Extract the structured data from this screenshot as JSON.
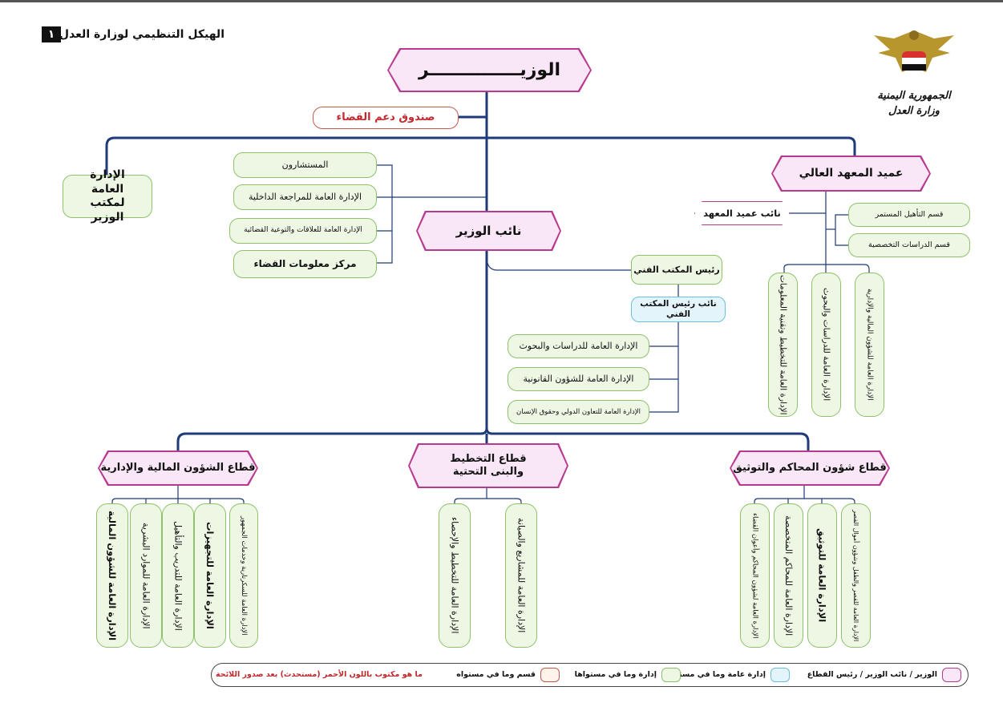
{
  "header": {
    "title": "الهيكل التنظيمي لوزارة العدل",
    "page_number": "١"
  },
  "emblem": {
    "line1": "الجمهورية اليمنية",
    "line2": "وزارة العدل"
  },
  "minister": "الوزيـــــــــــــــر",
  "judiciary_fund": "صندوق دعم القضاء",
  "general_dept_minister_office": "الإدارة العامة لمكتب الوزير",
  "advisors_group": [
    "المستشارون",
    "الإدارة العامة للمراجعة الداخلية",
    "الإدارة العامة للعلاقات والتوعية القضائية",
    "مركز معلومات القضاء"
  ],
  "deputy_minister": "نائب الوزير",
  "institute": {
    "dean": "عميد المعهد العالي",
    "vice_dean": "نائب عميد المعهد",
    "sections": [
      "قسم التأهيل المستمر",
      "قسم الدراسات التخصصية"
    ],
    "departments": [
      "الإدارة العامة للتخطيط وتقنية المعلومات",
      "الإدارة العامة للدراسات والبحوث",
      "الإدارة العامة للشؤون المالية والإدارية"
    ]
  },
  "technical_office": {
    "head": "رئيس المكتب الفني",
    "deputy": "نائب رئيس المكتب الفني",
    "departments": [
      "الإدارة العامة للدراسات والبحوث",
      "الإدارة العامة للشؤون القانونية",
      "الإدارة العامة للتعاون الدولي وحقوق الإنسان"
    ]
  },
  "sectors": {
    "finance": {
      "title": "قطاع الشؤون المالية والإدارية",
      "departments": [
        "الإدارة العامة للشؤون المالية",
        "الإدارة العامة للموارد البشرية",
        "الإدارة العامة للتدريب والتأهيل",
        "الإدارة العامة للتجهيزات",
        "الإدارة العامة للسكرتارية وخدمات الجمهور"
      ]
    },
    "planning": {
      "title": "قطاع التخطيط والبنى التحتية",
      "departments": [
        "الإدارة العامة للتخطيط والإحصاء",
        "الإدارة العامة للمشاريع والصيانة"
      ]
    },
    "courts": {
      "title": "قطاع شؤون المحاكم والتوثيق",
      "departments": [
        "الإدارة العامة لشؤون المحاكم وأعوان القضاء",
        "الإدارة العامة للمحاكم المتخصصة",
        "الإدارة العامة للتوثيق",
        "الإدارة العامة للقصر والطفل وشؤون أموال القصر"
      ]
    }
  },
  "legend": {
    "minister_level": "الوزير / نائب الوزير / رئيس القطاع",
    "general_dept_level": "إدارة عامة وما في مستواها",
    "dept_level": "إدارة وما في مستواها",
    "section_level": "قسم وما في مستواه",
    "red_note": "ما هو مكتوب باللون الأحمر (مستحدث) بعد صدور اللائحة"
  },
  "colors": {
    "line": "#1f3a78",
    "pink_border": "#b83a8f",
    "pink_fill": "#f9e6f6",
    "green_border": "#8ec26a",
    "green_fill": "#eef6e4",
    "blue_border": "#69bfe0",
    "red": "#c0282b"
  }
}
